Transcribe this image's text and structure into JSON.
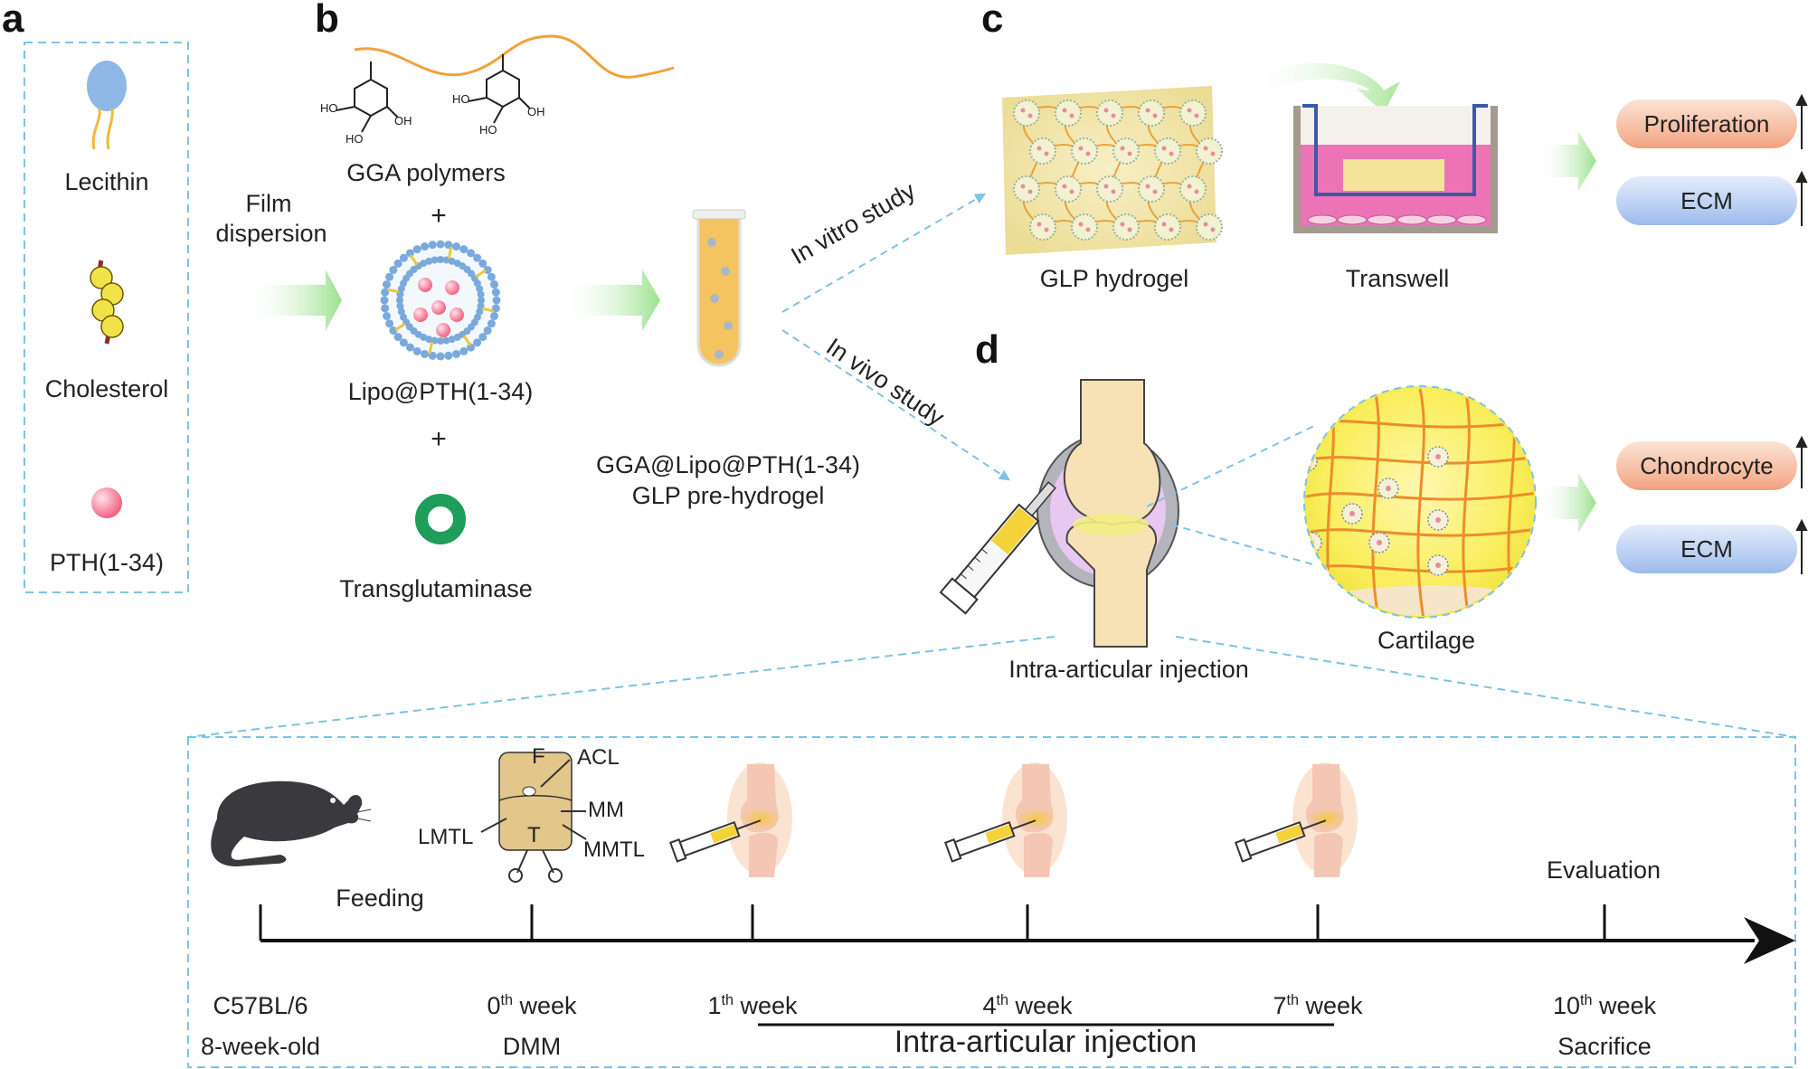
{
  "panels": {
    "a": "a",
    "b": "b",
    "c": "c",
    "d": "d"
  },
  "panel_a": {
    "lecithin": "Lecithin",
    "cholesterol": "Cholesterol",
    "pth": "PTH(1-34)"
  },
  "film_dispersion": {
    "line1": "Film",
    "line2": "dispersion"
  },
  "panel_b": {
    "gga": "GGA polymers",
    "plus1": "+",
    "lipo": "Lipo@PTH(1-34)",
    "plus2": "+",
    "transglutaminase": "Transglutaminase",
    "ho_labels": [
      "HO",
      "HO",
      "OH",
      "HO",
      "HO",
      "OH"
    ]
  },
  "pre_hydrogel": {
    "line1": "GGA@Lipo@PTH(1-34)",
    "line2": "GLP pre-hydrogel"
  },
  "arrows": {
    "in_vitro": "In vitro study",
    "in_vivo": "In vivo study"
  },
  "panel_c": {
    "glp_hydrogel": "GLP hydrogel",
    "transwell": "Transwell",
    "outcomes": [
      "Proliferation",
      "ECM"
    ]
  },
  "panel_d": {
    "injection": "Intra-articular injection",
    "cartilage": "Cartilage",
    "outcomes": [
      "Chondrocyte",
      "ECM"
    ]
  },
  "surgery": {
    "F": "F",
    "T": "T",
    "ACL": "ACL",
    "MM": "MM",
    "LMTL": "LMTL",
    "MMTL": "MMTL"
  },
  "timeline": {
    "feeding": "Feeding",
    "evaluation": "Evaluation",
    "mouse_line1": "C57BL/6",
    "mouse_line2": "8-week-old",
    "w0_num": "0",
    "w0_sup": "th",
    "w0_txt": " week",
    "w0_sub": "DMM",
    "w1_num": "1",
    "w1_sup": "th",
    "w1_txt": " week",
    "w4_num": "4",
    "w4_sup": "th",
    "w4_txt": " week",
    "w7_num": "7",
    "w7_sup": "th",
    "w7_txt": " week",
    "w10_num": "10",
    "w10_sup": "th",
    "w10_txt": " week",
    "w10_sub": "Sacrifice",
    "injection_span": "Intra-articular  injection"
  },
  "colors": {
    "dashed_box": "#7cc3e6",
    "green_arrow": "#9be08d",
    "orange_line": "#f0a23a",
    "hydrogel": "#f3e7a8",
    "pill_orange": "#f6b89a",
    "pill_blue": "#b4cbf1"
  }
}
